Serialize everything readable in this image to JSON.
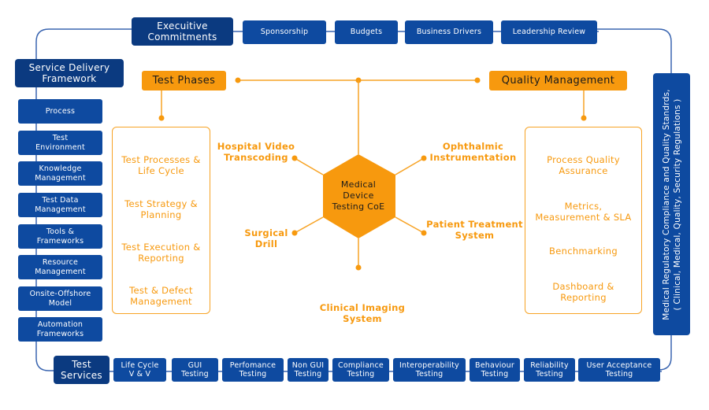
{
  "colors": {
    "primary_blue": "#0e4aa0",
    "navy": "#0b3a80",
    "orange": "#f7990e",
    "connector_blue": "#3a65b0"
  },
  "executive": {
    "title": "Execuitive\nCommitments",
    "items": [
      "Sponsorship",
      "Budgets",
      "Business Drivers",
      "Leadership Review"
    ]
  },
  "service_delivery": {
    "title": "Service Delivery\nFramework",
    "items": [
      "Process",
      "Test\nEnvironment",
      "Knowledge\nManagement",
      "Test Data\nManagement",
      "Tools &\nFrameworks",
      "Resource\nManagement",
      "Onsite-Offshore\nModel",
      "Automation\nFrameworks"
    ]
  },
  "test_phases": {
    "title": "Test Phases",
    "items": [
      "Test Processes &\nLife Cycle",
      "Test Strategy &\nPlanning",
      "Test Execution &\nReporting",
      "Test & Defect\nManagement"
    ]
  },
  "quality_management": {
    "title": "Quality Management",
    "items": [
      "Process Quality\nAssurance",
      "Metrics,\nMeasurement & SLA",
      "Benchmarking",
      "Dashboard &\nReporting"
    ]
  },
  "center": {
    "title": "Medical\nDevice\nTesting CoE",
    "spokes": [
      "Hospital Video\nTranscoding",
      "Ophthalmic\nInstrumentation",
      "Surgical\nDrill",
      "Patient Treatment\nSystem",
      "Clinical Imaging\nSystem"
    ]
  },
  "compliance": {
    "text": "Medical Regulatory Compliance and Quality Standrds,\n( Clinical, Medical, Quality, Security Regulations )"
  },
  "test_services": {
    "title": "Test\nServices",
    "items": [
      "Life Cycle\nV & V",
      "GUI\nTesting",
      "Perfomance\nTesting",
      "Non GUI\nTesting",
      "Compliance\nTesting",
      "Interoperability\nTesting",
      "Behaviour\nTesting",
      "Reliability\nTesting",
      "User Acceptance\nTesting"
    ]
  }
}
